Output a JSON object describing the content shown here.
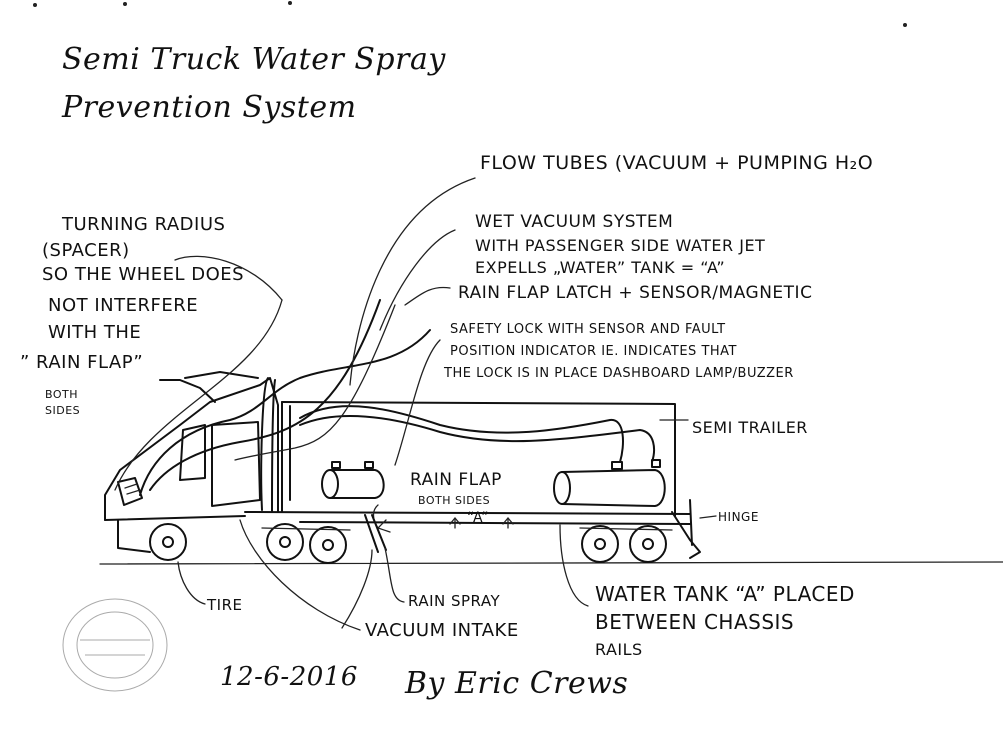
{
  "title": {
    "line1": "Semi Truck  Water Spray",
    "line2": "Prevention System"
  },
  "labels": {
    "flow_tubes": "FLOW TUBES (VACUUM + PUMPING H₂O",
    "wet_vacuum_1": "WET VACUUM SYSTEM",
    "wet_vacuum_2": "WITH PASSENGER SIDE WATER JET",
    "wet_vacuum_3": "EXPELLS „WATER” TANK = “A”",
    "rain_flap_latch": "RAIN FLAP LATCH + SENSOR/MAGNETIC",
    "safety_lock_1": "SAFETY LOCK WITH SENSOR AND FAULT",
    "safety_lock_2": "POSITION INDICATOR IE. INDICATES THAT",
    "safety_lock_3": "THE LOCK IS IN PLACE  DASHBOARD LAMP/BUZZER",
    "semi_trailer": "SEMI TRAILER",
    "turning_1": "TURNING RADIUS",
    "turning_2": "(SPACER)",
    "turning_3": "SO THE WHEEL DOES",
    "turning_4": "NOT INTERFERE",
    "turning_5": "WITH THE",
    "turning_6": "” RAIN FLAP”",
    "both_sides_left_1": "BOTH",
    "both_sides_left_2": "SIDES",
    "rain_flap": "RAIN FLAP",
    "rain_flap_sub": "BOTH SIDES",
    "tank_a": "“A”",
    "hinge": "HINGE",
    "tire": "TIRE",
    "rain_spray": "RAIN SPRAY",
    "vacuum_intake": "VACUUM INTAKE",
    "water_tank_1": "WATER TANK “A” PLACED",
    "water_tank_2": "BETWEEN CHASSIS",
    "water_tank_3": "RAILS"
  },
  "date": "12-6-2016",
  "byline": "By Eric Crews",
  "icons": [
    "semi-truck-drawing",
    "notary-stamp"
  ]
}
